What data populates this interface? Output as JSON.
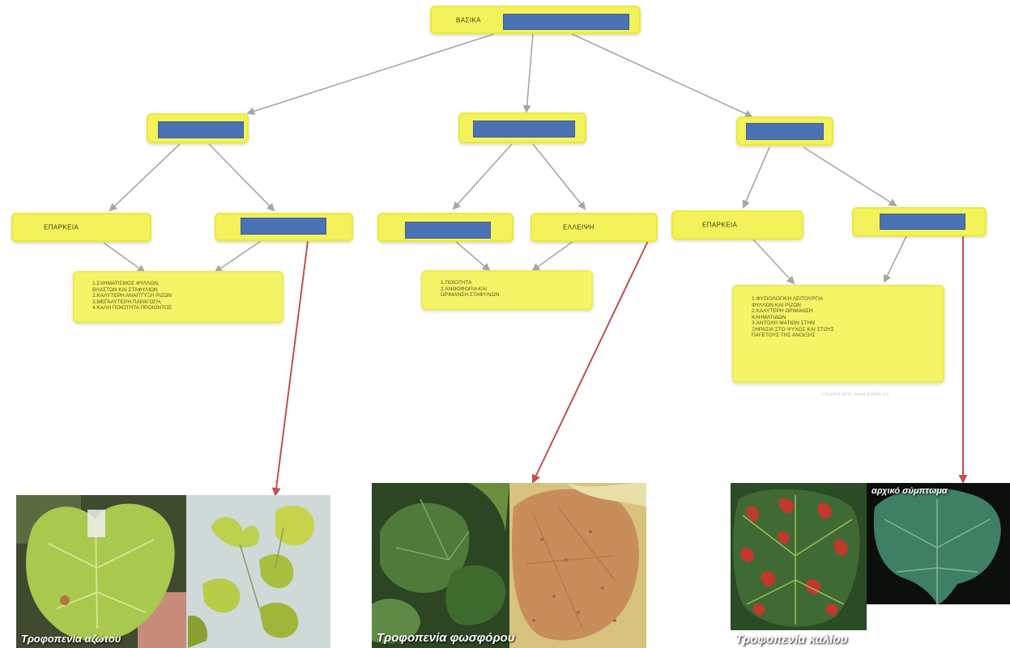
{
  "root": {
    "label": "ΒΑΣΙΚΑ"
  },
  "branches": [
    {
      "leaf_left": {
        "label": "ΕΠΑΡΚΕΙΑ"
      },
      "details": [
        "1.ΣΧΗΜΑΤΙΣΜΟΣ ΦΥΛΛΩΝ,",
        "ΒΛΑΣΤΩΝ ΚΑΙ ΣΤΑΦΥΛΙΩΝ",
        "2.ΚΑΛΥΤΕΡΗ ΑΝΑΠΤΥΞΗ ΡΙΖΩΝ",
        "3.ΜΕΓΑΛΥΤΕΡΗ ΠΑΡΑΓΩΓΗ,",
        "4.ΚΑΛΗ ΠΟΙΟΤΗΤΑ ΠΡΟΙΟΝΤΟΣ"
      ],
      "photo_caption": "Τροφοπενία αζώτου"
    },
    {
      "leaf_right": {
        "label": "ΕΛΛΕΙΨΗ"
      },
      "details": [
        "1.ΠΟΙΟΤΗΤΑ",
        "2.ΑΝΘΟΦΟΡΙΑ ΚΑΙ",
        "ΩΡΙΜΑΝΣΗ ΣΤΑΦΥΛΙΩΝ"
      ],
      "photo_caption": "Τροφοπενία φωσφόρου"
    },
    {
      "leaf_left": {
        "label": "ΕΠΑΡΚΕΙΑ"
      },
      "details": [
        "1.ΦΥΣΙΟΛΟΓΙΚΗ ΛΕΙΤΟΥΡΓΙΑ",
        "ΦΥΛΛΩΝ ΚΑΙ ΡΙΖΩΝ",
        "2.ΚΑΛΥΤΕΡΗ ΩΡΙΜΑΝΣΗ",
        "ΚΛΗΜΑΤΙΔΩΝ",
        "3.ΑΝΤΟΧΗ ΜΑΤΙΩΝ ΣΤΗΝ",
        "ΞΗΡΑΣΙΑ ΣΤΟ ΨΥΧΟΣ ΚΑΙ ΣΤΟΥΣ",
        "ΠΑΓΕΤΟΥΣ ΤΗΣ ΑΝΟΙΞΗΣ"
      ],
      "photo_caption": "Τροφοπενία καλίου",
      "photo_overlay": "αρχικό σύμπτωμα"
    }
  ],
  "watermark": "created with www.bubbl.us",
  "colors": {
    "node_fill": "#f3f25a",
    "redaction": "#4a72b4",
    "gray_arrow": "#a6a6a6",
    "red_arrow": "#c0504d"
  }
}
